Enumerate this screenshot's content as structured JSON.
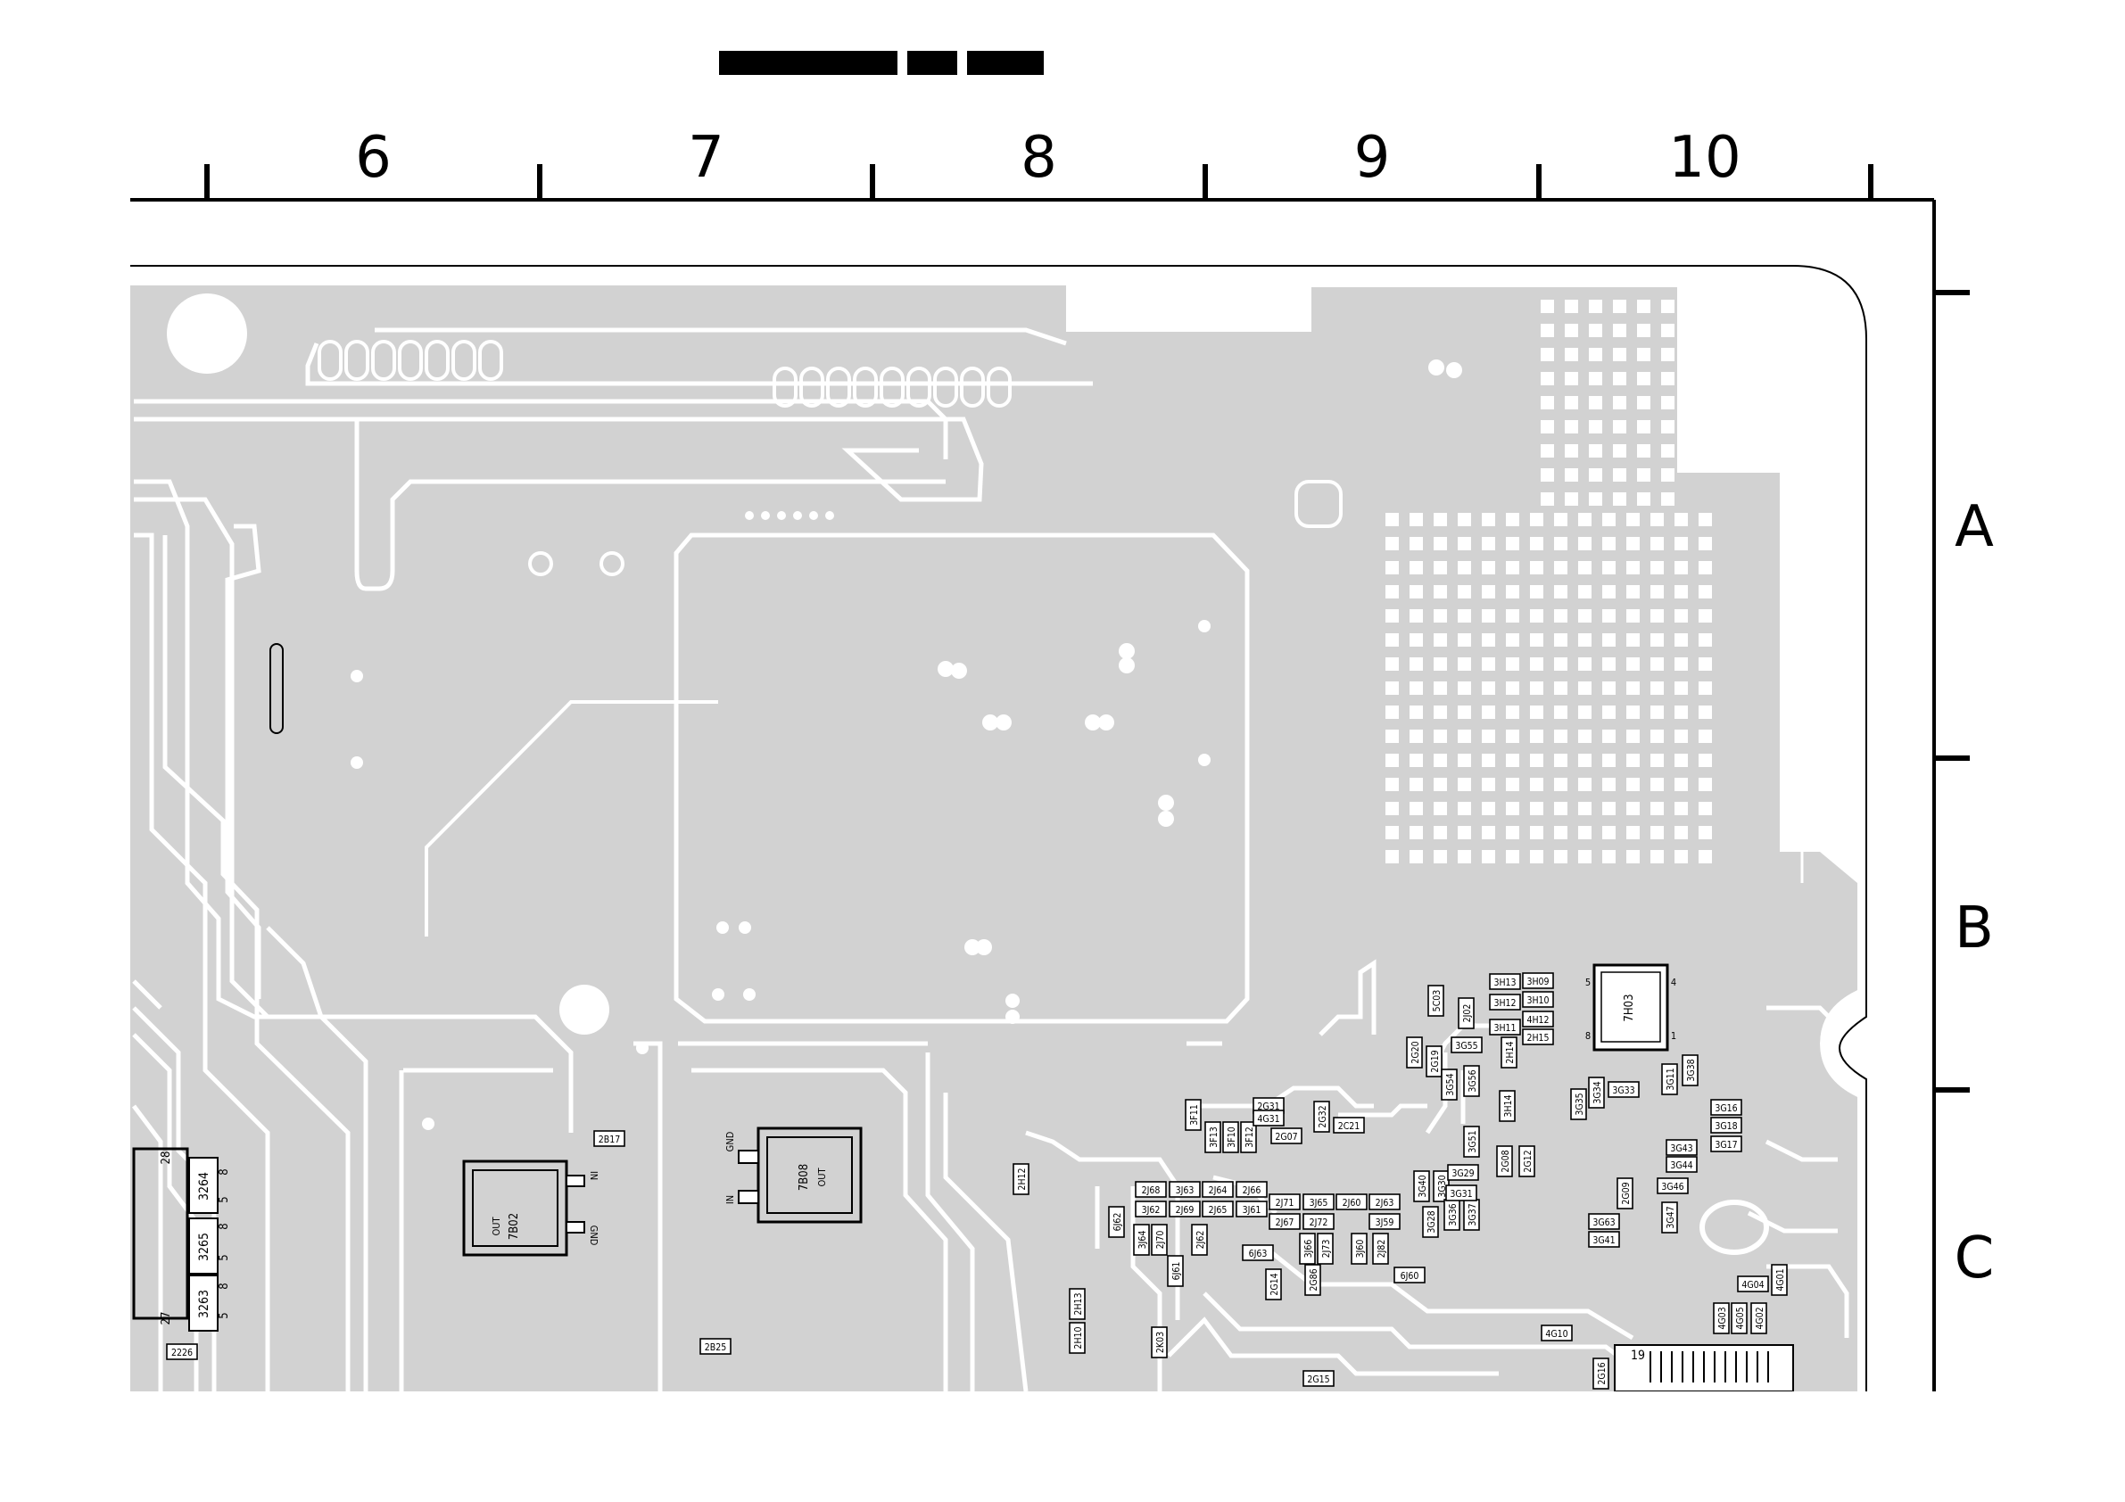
{
  "ruler": {
    "columns": [
      "6",
      "7",
      "8",
      "9",
      "10"
    ],
    "rows": [
      "A",
      "B",
      "C"
    ]
  },
  "colors": {
    "board": "#d2d2d2",
    "copper_line": "#ffffff",
    "ink": "#000000",
    "background": "#ffffff"
  },
  "components": {
    "regulators": [
      {
        "ref": "7B02",
        "pins": [
          "OUT",
          "IN",
          "GND"
        ]
      },
      {
        "ref": "7B08",
        "pins": [
          "OUT",
          "GND",
          "IN"
        ]
      }
    ],
    "ics": [
      {
        "ref": "7H03",
        "pins": [
          "5",
          "4",
          "8",
          "1"
        ]
      },
      {
        "ref": "19"
      }
    ],
    "left_connector": {
      "refs": [
        "3264",
        "3265",
        "3263"
      ],
      "pins": [
        "8",
        "5",
        "8",
        "5",
        "8",
        "5",
        "28",
        "27"
      ]
    },
    "labels": [
      "2B17",
      "2B25",
      "2226",
      "2H12",
      "2H13",
      "2H10",
      "2K03",
      "3F11",
      "3F13",
      "3F10",
      "3F12",
      "2G31",
      "4G31",
      "2G07",
      "2G32",
      "2C21",
      "2J68",
      "3J63",
      "2J64",
      "2J66",
      "2J71",
      "3J65",
      "2J60",
      "2J63",
      "3J62",
      "2J69",
      "3J61",
      "2J72",
      "3J59",
      "2J65",
      "2J67",
      "3J64",
      "2J70",
      "2J62",
      "6J62",
      "6J61",
      "6J63",
      "6J60",
      "3J66",
      "2J73",
      "3J60",
      "2J82",
      "2G14",
      "2G86",
      "2G15",
      "5C03",
      "2J02",
      "2G20",
      "2G19",
      "3G54",
      "3G56",
      "3G55",
      "3G51",
      "3G40",
      "3G30",
      "3G28",
      "3G36",
      "3G37",
      "3G31",
      "3G29",
      "3H13",
      "3H09",
      "3H12",
      "3H10",
      "3H11",
      "4H12",
      "2H15",
      "3H14",
      "2H14",
      "2G08",
      "2G12",
      "3G35",
      "3G34",
      "3G33",
      "3G11",
      "3G38",
      "3G16",
      "3G18",
      "3G17",
      "3G43",
      "3G44",
      "3G46",
      "2G09",
      "3G47",
      "3G63",
      "3G41",
      "4G04",
      "4G01",
      "4G03",
      "4G05",
      "4G02",
      "4G10",
      "2G16"
    ]
  }
}
